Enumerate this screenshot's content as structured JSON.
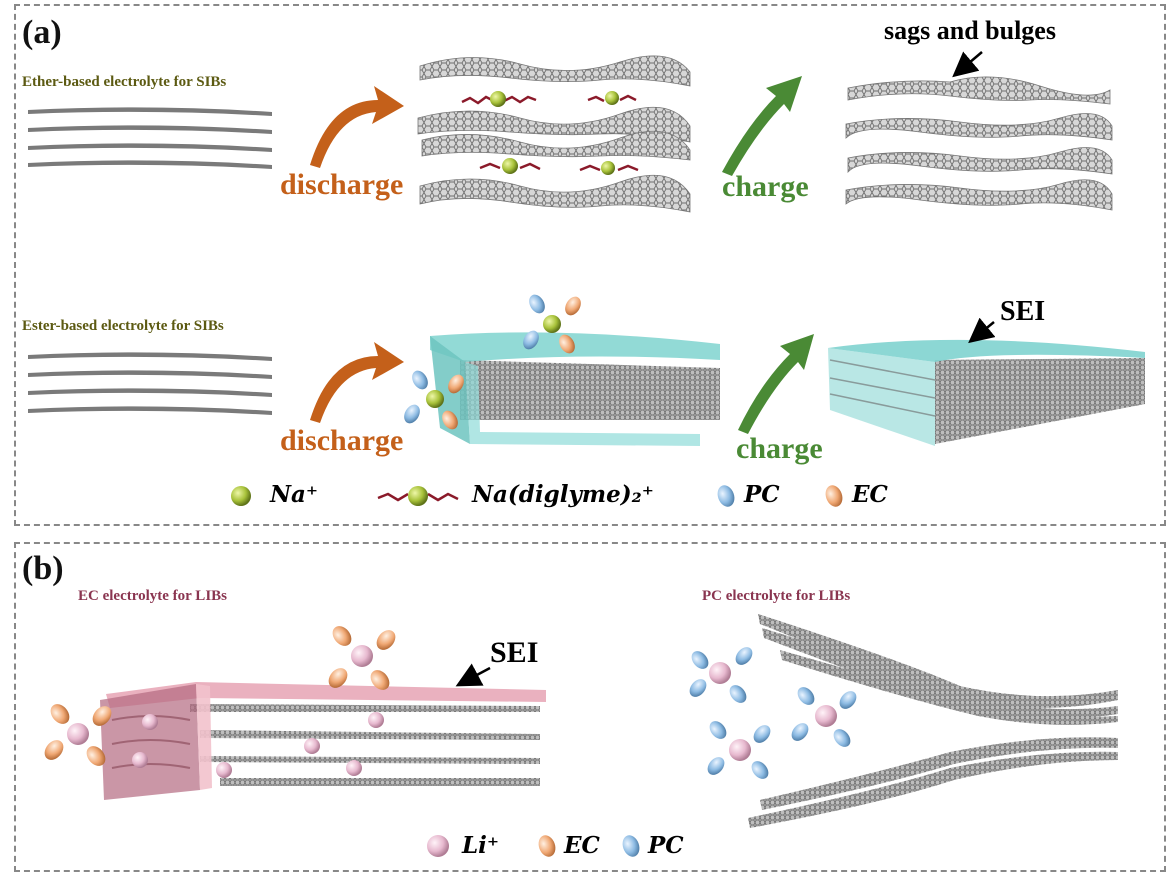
{
  "panel_a": {
    "tag": "(a)",
    "ether_title": "Ether-based electrolyte for SIBs",
    "ester_title": "Ester-based electrolyte for SIBs",
    "discharge_top": "discharge",
    "charge_top": "charge",
    "discharge_bottom": "discharge",
    "charge_bottom": "charge",
    "sags_label": "sags and bulges",
    "sei_label": "SEI",
    "legend": {
      "na": "Na⁺",
      "na_diglyme": "Na(diglyme)₂⁺",
      "pc": "PC",
      "ec": "EC"
    }
  },
  "panel_b": {
    "tag": "(b)",
    "ec_title": "EC electrolyte for LIBs",
    "pc_title": "PC electrolyte for LIBs",
    "sei_label": "SEI",
    "legend": {
      "li": "Li⁺",
      "ec": "EC",
      "pc": "PC"
    }
  },
  "colors": {
    "discharge": "#c4601a",
    "charge": "#4a8a35",
    "sei_cyan": "#7fd3cf",
    "sei_pink": "#e8a9b8",
    "na_ball": "#a8c23a",
    "li_ball": "#e7b9cf",
    "pc_ellipsoid": "#8dbbe3",
    "ec_ellipsoid": "#f0a874",
    "graphene": "#7a7a7a"
  }
}
